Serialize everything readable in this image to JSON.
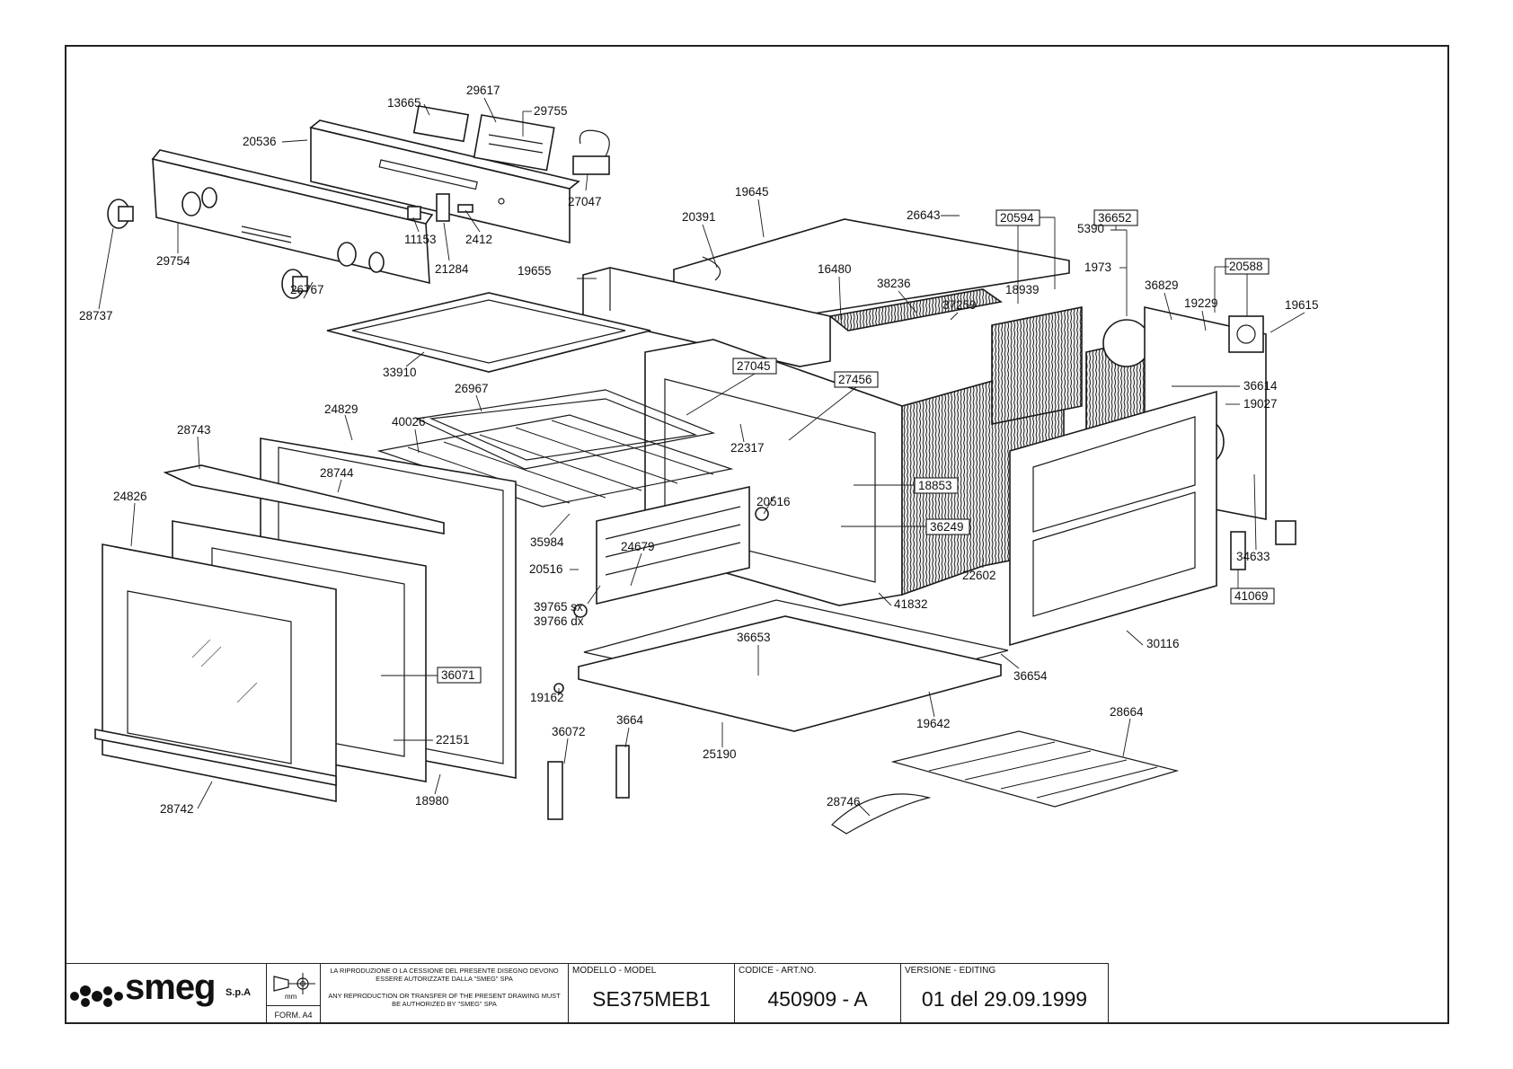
{
  "drawing": {
    "part_numbers": [
      "13665",
      "29617",
      "29755",
      "20536",
      "27047",
      "11153",
      "2412",
      "21284",
      "29754",
      "28737",
      "26767",
      "19645",
      "20391",
      "26643",
      "20594",
      "36652",
      "5390",
      "1973",
      "18939",
      "20588",
      "19655",
      "16480",
      "38236",
      "37259",
      "36829",
      "19229",
      "19615",
      "33910",
      "27045",
      "27456",
      "36614",
      "19027",
      "26967",
      "24829",
      "40026",
      "22317",
      "28743",
      "28744",
      "20516",
      "18853",
      "24826",
      "35984",
      "24679",
      "20516",
      "36249",
      "34633",
      "22602",
      "41069",
      "39765 sx",
      "39766 dx",
      "41832",
      "30116",
      "36653",
      "36654",
      "36071",
      "19162",
      "19642",
      "28664",
      "22151",
      "36072",
      "3664",
      "25190",
      "18980",
      "28742",
      "28746"
    ]
  },
  "title_block": {
    "brand": "smeg",
    "brand_suffix": "S.p.A",
    "unit_label": "mm",
    "form_label": "FORM. A4",
    "notice_it": "LA RIPRODUZIONE O LA CESSIONE DEL PRESENTE DISEGNO DEVONO ESSERE AUTORIZZATE DALLA \"SMEG\" SPA",
    "notice_en": "ANY REPRODUCTION OR TRANSFER OF THE PRESENT DRAWING MUST BE AUTHORIZED BY \"SMEG\" SPA",
    "model_heading": "MODELLO - MODEL",
    "model_value": "SE375MEB1",
    "code_heading": "CODICE - ART.NO.",
    "code_value": "450909 - A",
    "version_heading": "VERSIONE - EDITING",
    "version_value": "01 del 29.09.1999"
  }
}
